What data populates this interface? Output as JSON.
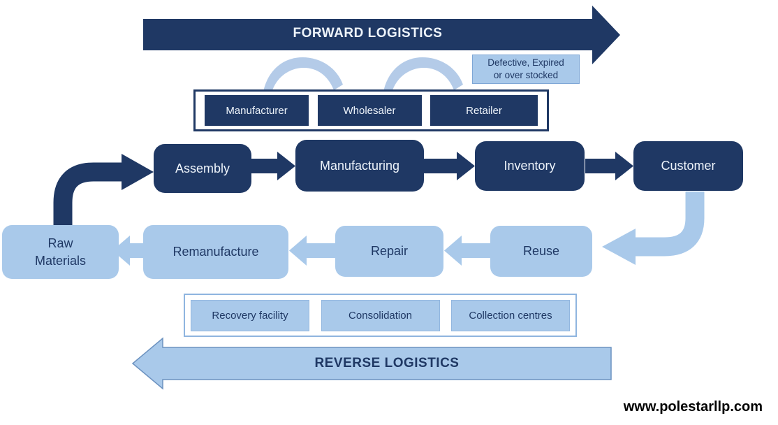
{
  "title": "Forward and Reverse Logistics Diagram",
  "colors": {
    "dark_navy": "#1F3864",
    "light_blue": "#A9C9EA",
    "light_blue_border": "#6C92C0",
    "channel_light_border": "#8FB5DF",
    "arc_blue": "#B4CBE8",
    "text_on_dark": "#EDF3FA",
    "footer_text": "#000000"
  },
  "forward": {
    "banner_label": "FORWARD LOGISTICS",
    "note": "Defective, Expired\nor over stocked",
    "channel": [
      "Manufacturer",
      "Wholesaler",
      "Retailer"
    ],
    "flow": [
      "Assembly",
      "Manufacturing",
      "Inventory",
      "Customer"
    ]
  },
  "reverse": {
    "banner_label": "REVERSE LOGISTICS",
    "flow": [
      "Raw\nMaterials",
      "Remanufacture",
      "Repair",
      "Reuse"
    ],
    "channel": [
      "Recovery facility",
      "Consolidation",
      "Collection centres"
    ]
  },
  "footer": {
    "website": "www.polestarllp.com"
  }
}
